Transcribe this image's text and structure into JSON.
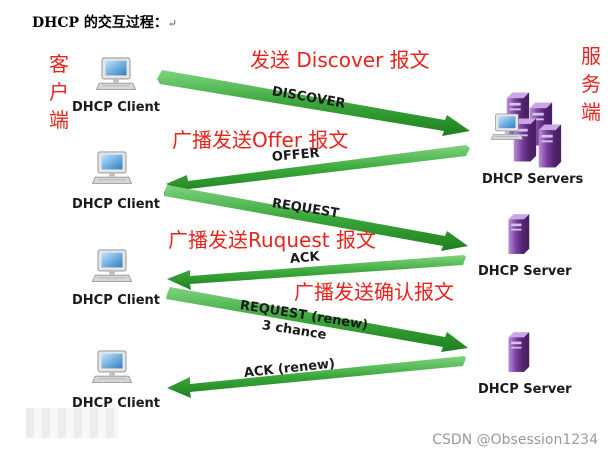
{
  "title": "DHCP 的交互过程：",
  "title_mark": "↵",
  "side_labels": {
    "client": "客户端",
    "server": "服务端"
  },
  "clients": [
    "DHCP Client",
    "DHCP Client",
    "DHCP Client",
    "DHCP Client"
  ],
  "servers": [
    "DHCP Servers",
    "DHCP Server",
    "DHCP Server"
  ],
  "messages": [
    {
      "label": "DISCOVER",
      "direction": "to-server",
      "note": ""
    },
    {
      "label": "OFFER",
      "direction": "to-client",
      "note": ""
    },
    {
      "label": "REQUEST",
      "direction": "to-server",
      "note": ""
    },
    {
      "label": "ACK",
      "direction": "to-client",
      "note": ""
    },
    {
      "label": "REQUEST (renew)",
      "direction": "to-server",
      "note": "3 chance"
    },
    {
      "label": "ACK (renew)",
      "direction": "to-client",
      "note": ""
    }
  ],
  "annotations": [
    "发送 Discover 报文",
    "广播发送Offer 报文",
    "广播发送Ruquest 报文",
    "广播发送确认报文"
  ],
  "watermark": "CSDN @Obsession1234",
  "colors": {
    "arrow": "#3aa63a",
    "arrow_dark": "#1e7f1e",
    "annotation": "#e8231c",
    "server": "#7a3d9e",
    "monitor": "#2d7fc1"
  }
}
